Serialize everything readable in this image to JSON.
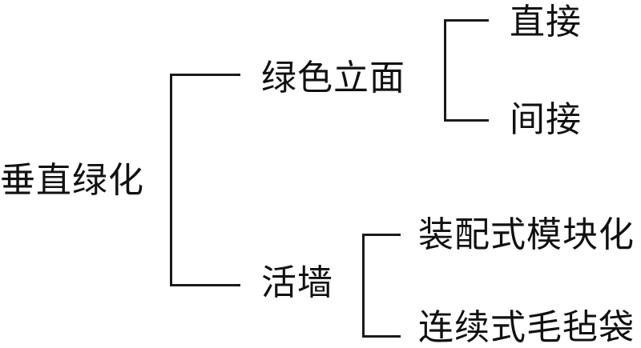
{
  "diagram": {
    "root": {
      "label": "垂直绿化"
    },
    "branches": [
      {
        "label": "绿色立面",
        "children": [
          {
            "label": "直接"
          },
          {
            "label": "间接"
          }
        ]
      },
      {
        "label": "活墙",
        "children": [
          {
            "label": "装配式模块化"
          },
          {
            "label": "连续式毛毡袋"
          }
        ]
      }
    ]
  }
}
